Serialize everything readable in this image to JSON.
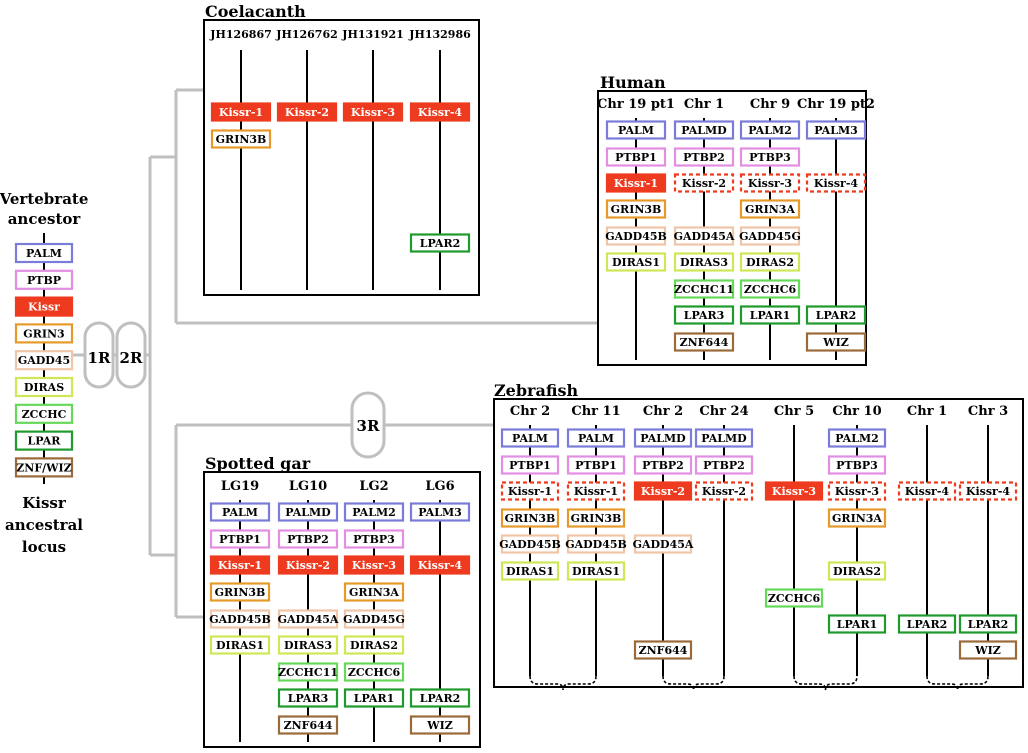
{
  "colors": {
    "PALM": "#7b7bd9",
    "PTBP": "#e28ee2",
    "KISS": "#ee3a1e",
    "GRIN": "#e59a2a",
    "GADD": "#f1c6a8",
    "DIRAS": "#cde856",
    "ZCCHC": "#66d95a",
    "LPAR": "#1f9a2c",
    "ZNF": "#9a6a3b",
    "connector": "#bfbfbf"
  },
  "ancestor": {
    "title_line1": "Vertebrate",
    "title_line2": "ancestor",
    "genes": [
      {
        "name": "PALM",
        "type": "PALM"
      },
      {
        "name": "PTBP",
        "type": "PTBP"
      },
      {
        "name": "Kissr",
        "type": "KISS",
        "filled": true
      },
      {
        "name": "GRIN3",
        "type": "GRIN"
      },
      {
        "name": "GADD45",
        "type": "GADD"
      },
      {
        "name": "DIRAS",
        "type": "DIRAS"
      },
      {
        "name": "ZCCHC",
        "type": "ZCCHC"
      },
      {
        "name": "LPAR",
        "type": "LPAR"
      },
      {
        "name": "ZNF/WIZ",
        "type": "ZNF"
      }
    ],
    "caption_line1": "Kissr",
    "caption_line2": "ancestral",
    "caption_line3": "locus"
  },
  "rounds": {
    "r1": "1R",
    "r2": "2R",
    "r3": "3R"
  },
  "panels": [
    {
      "key": "coelacanth",
      "title": "Coelacanth",
      "chromosomes": [
        {
          "label": "JH126867",
          "genes": [
            {
              "name": "Kissr-1",
              "type": "KISS",
              "filled": true,
              "row": 0
            },
            {
              "name": "GRIN3B",
              "type": "GRIN",
              "row": 1
            }
          ]
        },
        {
          "label": "JH126762",
          "genes": [
            {
              "name": "Kissr-2",
              "type": "KISS",
              "filled": true,
              "row": 0
            }
          ]
        },
        {
          "label": "JH131921",
          "genes": [
            {
              "name": "Kissr-3",
              "type": "KISS",
              "filled": true,
              "row": 0
            }
          ]
        },
        {
          "label": "JH132986",
          "genes": [
            {
              "name": "Kissr-4",
              "type": "KISS",
              "filled": true,
              "row": 0
            },
            {
              "name": "LPAR2",
              "type": "LPAR",
              "row": 5
            }
          ]
        }
      ]
    },
    {
      "key": "human",
      "title": "Human",
      "chromosomes": [
        {
          "label": "Chr 19 pt1",
          "genes": [
            {
              "name": "PALM",
              "type": "PALM",
              "row": 0
            },
            {
              "name": "PTBP1",
              "type": "PTBP",
              "row": 1
            },
            {
              "name": "Kissr-1",
              "type": "KISS",
              "filled": true,
              "row": 2
            },
            {
              "name": "GRIN3B",
              "type": "GRIN",
              "row": 3
            },
            {
              "name": "GADD45B",
              "type": "GADD",
              "row": 4
            },
            {
              "name": "DIRAS1",
              "type": "DIRAS",
              "row": 5
            }
          ]
        },
        {
          "label": "Chr 1",
          "genes": [
            {
              "name": "PALMD",
              "type": "PALM",
              "row": 0
            },
            {
              "name": "PTBP2",
              "type": "PTBP",
              "row": 1
            },
            {
              "name": "Kissr-2",
              "type": "KISS",
              "lost": true,
              "row": 2
            },
            {
              "name": "GADD45A",
              "type": "GADD",
              "row": 4
            },
            {
              "name": "DIRAS3",
              "type": "DIRAS",
              "row": 5
            },
            {
              "name": "ZCCHC11",
              "type": "ZCCHC",
              "row": 6
            },
            {
              "name": "LPAR3",
              "type": "LPAR",
              "row": 7
            },
            {
              "name": "ZNF644",
              "type": "ZNF",
              "row": 8
            }
          ]
        },
        {
          "label": "Chr 9",
          "genes": [
            {
              "name": "PALM2",
              "type": "PALM",
              "row": 0
            },
            {
              "name": "PTBP3",
              "type": "PTBP",
              "row": 1
            },
            {
              "name": "Kissr-3",
              "type": "KISS",
              "lost": true,
              "row": 2
            },
            {
              "name": "GRIN3A",
              "type": "GRIN",
              "row": 3
            },
            {
              "name": "GADD45G",
              "type": "GADD",
              "row": 4
            },
            {
              "name": "DIRAS2",
              "type": "DIRAS",
              "row": 5
            },
            {
              "name": "ZCCHC6",
              "type": "ZCCHC",
              "row": 6
            },
            {
              "name": "LPAR1",
              "type": "LPAR",
              "row": 7
            }
          ]
        },
        {
          "label": "Chr 19 pt2",
          "genes": [
            {
              "name": "PALM3",
              "type": "PALM",
              "row": 0
            },
            {
              "name": "Kissr-4",
              "type": "KISS",
              "lost": true,
              "row": 2
            },
            {
              "name": "LPAR2",
              "type": "LPAR",
              "row": 7
            },
            {
              "name": "WIZ",
              "type": "ZNF",
              "row": 8
            }
          ]
        }
      ]
    },
    {
      "key": "gar",
      "title": "Spotted gar",
      "chromosomes": [
        {
          "label": "LG19",
          "genes": [
            {
              "name": "PALM",
              "type": "PALM",
              "row": 0
            },
            {
              "name": "PTBP1",
              "type": "PTBP",
              "row": 1
            },
            {
              "name": "Kissr-1",
              "type": "KISS",
              "filled": true,
              "row": 2
            },
            {
              "name": "GRIN3B",
              "type": "GRIN",
              "row": 3
            },
            {
              "name": "GADD45B",
              "type": "GADD",
              "row": 4
            },
            {
              "name": "DIRAS1",
              "type": "DIRAS",
              "row": 5
            }
          ]
        },
        {
          "label": "LG10",
          "genes": [
            {
              "name": "PALMD",
              "type": "PALM",
              "row": 0
            },
            {
              "name": "PTBP2",
              "type": "PTBP",
              "row": 1
            },
            {
              "name": "Kissr-2",
              "type": "KISS",
              "filled": true,
              "row": 2
            },
            {
              "name": "GADD45A",
              "type": "GADD",
              "row": 4
            },
            {
              "name": "DIRAS3",
              "type": "DIRAS",
              "row": 5
            },
            {
              "name": "ZCCHC11",
              "type": "ZCCHC",
              "row": 6
            },
            {
              "name": "LPAR3",
              "type": "LPAR",
              "row": 7
            },
            {
              "name": "ZNF644",
              "type": "ZNF",
              "row": 8
            }
          ]
        },
        {
          "label": "LG2",
          "genes": [
            {
              "name": "PALM2",
              "type": "PALM",
              "row": 0
            },
            {
              "name": "PTBP3",
              "type": "PTBP",
              "row": 1
            },
            {
              "name": "Kissr-3",
              "type": "KISS",
              "filled": true,
              "row": 2
            },
            {
              "name": "GRIN3A",
              "type": "GRIN",
              "row": 3
            },
            {
              "name": "GADD45G",
              "type": "GADD",
              "row": 4
            },
            {
              "name": "DIRAS2",
              "type": "DIRAS",
              "row": 5
            },
            {
              "name": "ZCCHC6",
              "type": "ZCCHC",
              "row": 6
            },
            {
              "name": "LPAR1",
              "type": "LPAR",
              "row": 7
            }
          ]
        },
        {
          "label": "LG6",
          "genes": [
            {
              "name": "PALM3",
              "type": "PALM",
              "row": 0
            },
            {
              "name": "Kissr-4",
              "type": "KISS",
              "filled": true,
              "row": 2
            },
            {
              "name": "LPAR2",
              "type": "LPAR",
              "row": 7
            },
            {
              "name": "WIZ",
              "type": "ZNF",
              "row": 8
            }
          ]
        }
      ]
    },
    {
      "key": "zebrafish",
      "title": "Zebrafish",
      "chromosomes": [
        {
          "label": "Chr 2",
          "genes": [
            {
              "name": "PALM",
              "type": "PALM",
              "row": 0
            },
            {
              "name": "PTBP1",
              "type": "PTBP",
              "row": 1
            },
            {
              "name": "Kissr-1",
              "type": "KISS",
              "lost": true,
              "row": 2
            },
            {
              "name": "GRIN3B",
              "type": "GRIN",
              "row": 3
            },
            {
              "name": "GADD45B",
              "type": "GADD",
              "row": 4
            },
            {
              "name": "DIRAS1",
              "type": "DIRAS",
              "row": 5
            }
          ]
        },
        {
          "label": "Chr 11",
          "genes": [
            {
              "name": "PALM",
              "type": "PALM",
              "row": 0
            },
            {
              "name": "PTBP1",
              "type": "PTBP",
              "row": 1
            },
            {
              "name": "Kissr-1",
              "type": "KISS",
              "lost": true,
              "row": 2
            },
            {
              "name": "GRIN3B",
              "type": "GRIN",
              "row": 3
            },
            {
              "name": "GADD45B",
              "type": "GADD",
              "row": 4
            },
            {
              "name": "DIRAS1",
              "type": "DIRAS",
              "row": 5
            }
          ]
        },
        {
          "label": "Chr 2",
          "genes": [
            {
              "name": "PALMD",
              "type": "PALM",
              "row": 0
            },
            {
              "name": "PTBP2",
              "type": "PTBP",
              "row": 1
            },
            {
              "name": "Kissr-2",
              "type": "KISS",
              "filled": true,
              "row": 2
            },
            {
              "name": "GADD45A",
              "type": "GADD",
              "row": 4
            },
            {
              "name": "ZNF644",
              "type": "ZNF",
              "row": 8
            }
          ]
        },
        {
          "label": "Chr 24",
          "genes": [
            {
              "name": "PALMD",
              "type": "PALM",
              "row": 0
            },
            {
              "name": "PTBP2",
              "type": "PTBP",
              "row": 1
            },
            {
              "name": "Kissr-2",
              "type": "KISS",
              "lost": true,
              "row": 2
            }
          ]
        },
        {
          "label": "Chr 5",
          "genes": [
            {
              "name": "Kissr-3",
              "type": "KISS",
              "filled": true,
              "row": 2
            },
            {
              "name": "ZCCHC6",
              "type": "ZCCHC",
              "row": 6
            }
          ]
        },
        {
          "label": "Chr 10",
          "genes": [
            {
              "name": "PALM2",
              "type": "PALM",
              "row": 0
            },
            {
              "name": "PTBP3",
              "type": "PTBP",
              "row": 1
            },
            {
              "name": "Kissr-3",
              "type": "KISS",
              "lost": true,
              "row": 2
            },
            {
              "name": "GRIN3A",
              "type": "GRIN",
              "row": 3
            },
            {
              "name": "DIRAS2",
              "type": "DIRAS",
              "row": 5
            },
            {
              "name": "LPAR1",
              "type": "LPAR",
              "row": 7
            }
          ]
        },
        {
          "label": "Chr 1",
          "genes": [
            {
              "name": "Kissr-4",
              "type": "KISS",
              "lost": true,
              "row": 2
            },
            {
              "name": "LPAR2",
              "type": "LPAR",
              "row": 7
            }
          ]
        },
        {
          "label": "Chr 3",
          "genes": [
            {
              "name": "Kissr-4",
              "type": "KISS",
              "lost": true,
              "row": 2
            },
            {
              "name": "LPAR2",
              "type": "LPAR",
              "row": 7
            },
            {
              "name": "WIZ",
              "type": "ZNF",
              "row": 8
            }
          ]
        }
      ]
    }
  ]
}
